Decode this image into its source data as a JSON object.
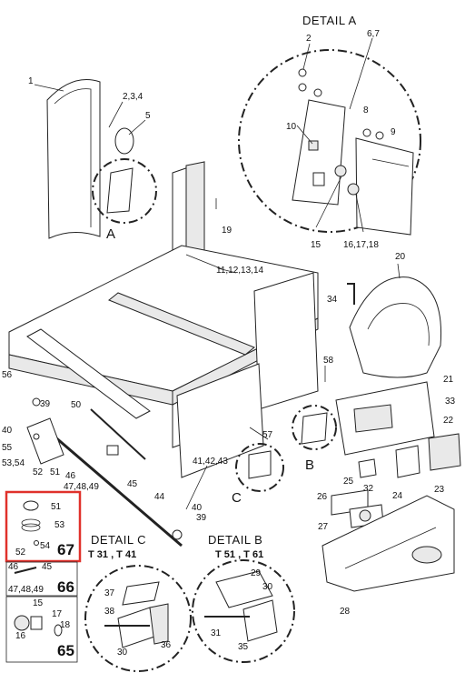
{
  "details": {
    "a": {
      "title": "DETAIL A",
      "subtitle": ""
    },
    "b": {
      "title": "DETAIL B",
      "subtitle": "T 51 , T 61"
    },
    "c": {
      "title": "DETAIL C",
      "subtitle": "T 31 , T 41"
    }
  },
  "detail_markers": {
    "a": "A",
    "b": "B",
    "c": "C"
  },
  "callouts": {
    "c1": "1",
    "c2": "2",
    "c234": "2,3,4",
    "c5": "5",
    "c67": "6,7",
    "c8": "8",
    "c9": "9",
    "c10": "10",
    "c15a": "15",
    "c161718": "16,17,18",
    "c19": "19",
    "c11121314": "11,12,13,14",
    "c20": "20",
    "c34": "34",
    "c58": "58",
    "c21": "21",
    "c33": "33",
    "c22": "22",
    "c23": "23",
    "c24": "24",
    "c32": "32",
    "c25": "25",
    "c26": "26",
    "c27": "27",
    "c28": "28",
    "c56": "56",
    "c39a": "39",
    "c50": "50",
    "c40a": "40",
    "c55": "55",
    "c5354": "53,54",
    "c52": "52",
    "c51": "51",
    "c46474849": "46\n47,48,49",
    "c45": "45",
    "c44": "44",
    "c414243": "41,42,43",
    "c40b": "40",
    "c39b": "39",
    "c57": "57",
    "c29": "29",
    "c30b": "30",
    "c31": "31",
    "c35": "35",
    "c37": "37",
    "c38": "38",
    "c30c": "30",
    "c36": "36"
  },
  "kits": [
    {
      "number": "67",
      "highlighted": true,
      "labels": [
        "51",
        "53",
        "52",
        "54"
      ]
    },
    {
      "number": "66",
      "highlighted": false,
      "labels": [
        "46",
        "45",
        "47,48,49"
      ]
    },
    {
      "number": "65",
      "highlighted": false,
      "labels": [
        "15",
        "17",
        "18",
        "16"
      ]
    }
  ],
  "colors": {
    "line": "#222222",
    "highlight": "#e0312b",
    "shade": "#e9e9e9"
  }
}
